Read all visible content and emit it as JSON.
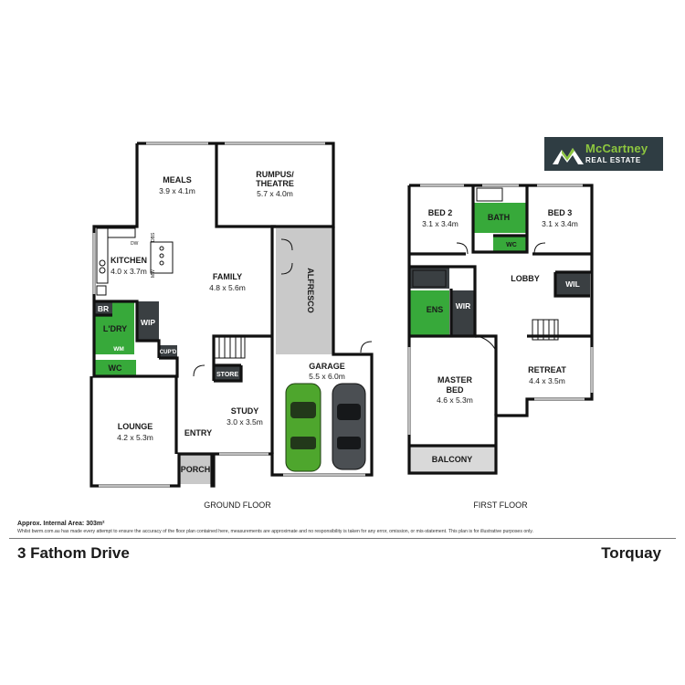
{
  "logo": {
    "name": "McCartney",
    "sub": "REAL ESTATE"
  },
  "ground_floor": {
    "label": "GROUND FLOOR",
    "rooms": {
      "meals": {
        "name": "MEALS",
        "dim": "3.9 x 4.1m"
      },
      "rumpus": {
        "name1": "RUMPUS/",
        "name2": "THEATRE",
        "dim": "5.7 x 4.0m"
      },
      "kitchen": {
        "name": "KITCHEN",
        "dim": "4.0 x 3.7m"
      },
      "family": {
        "name": "FAMILY",
        "dim": "4.8 x 5.6m"
      },
      "alfresco": {
        "name": "ALFRESCO"
      },
      "br": {
        "name": "BR"
      },
      "laundry": {
        "name": "L'DRY"
      },
      "wip": {
        "name": "WIP"
      },
      "wm": {
        "name": "WM"
      },
      "cupd": {
        "name": "CUP'D"
      },
      "wc": {
        "name": "WC"
      },
      "store": {
        "name": "STORE"
      },
      "garage": {
        "name": "GARAGE",
        "dim": "5.5 x 6.0m"
      },
      "study": {
        "name": "STUDY",
        "dim": "3.0 x 3.5m"
      },
      "lounge": {
        "name": "LOUNGE",
        "dim": "4.2 x 5.3m"
      },
      "entry": {
        "name": "ENTRY"
      },
      "porch": {
        "name": "PORCH"
      }
    },
    "fixtures": {
      "dw": "DW",
      "dbs": "DBS",
      "mw": "MW"
    }
  },
  "first_floor": {
    "label": "FIRST FLOOR",
    "rooms": {
      "bed2": {
        "name": "BED 2",
        "dim": "3.1 x 3.4m"
      },
      "bath": {
        "name": "BATH"
      },
      "bed3": {
        "name": "BED 3",
        "dim": "3.1 x 3.4m"
      },
      "wc": {
        "name": "WC"
      },
      "lobby": {
        "name": "LOBBY"
      },
      "wil": {
        "name": "WIL"
      },
      "ens": {
        "name": "ENS"
      },
      "wir": {
        "name": "WIR"
      },
      "master": {
        "name1": "MASTER",
        "name2": "BED",
        "dim": "4.6 x 5.3m"
      },
      "retreat": {
        "name": "RETREAT",
        "dim": "4.4 x 3.5m"
      },
      "balcony": {
        "name": "BALCONY"
      }
    }
  },
  "footer": {
    "area": "Approx. Internal Area: 303m²",
    "disclaimer": "Whilst bwrm.com.au has made every attempt to ensure the accuracy of the floor plan contained here, measurements are approximate and no responsibility is taken for any error, omission, or mis-statement. This plan is for illustrative purposes only.",
    "address": "3 Fathom Drive",
    "suburb": "Torquay"
  },
  "colors": {
    "wet_area": "#37a93a",
    "dark_room": "#3a3f42",
    "alfresco": "#c9c9c9",
    "balcony": "#d9d9d9",
    "logo_bg": "#2f3d43",
    "logo_accent": "#8dc63f"
  }
}
